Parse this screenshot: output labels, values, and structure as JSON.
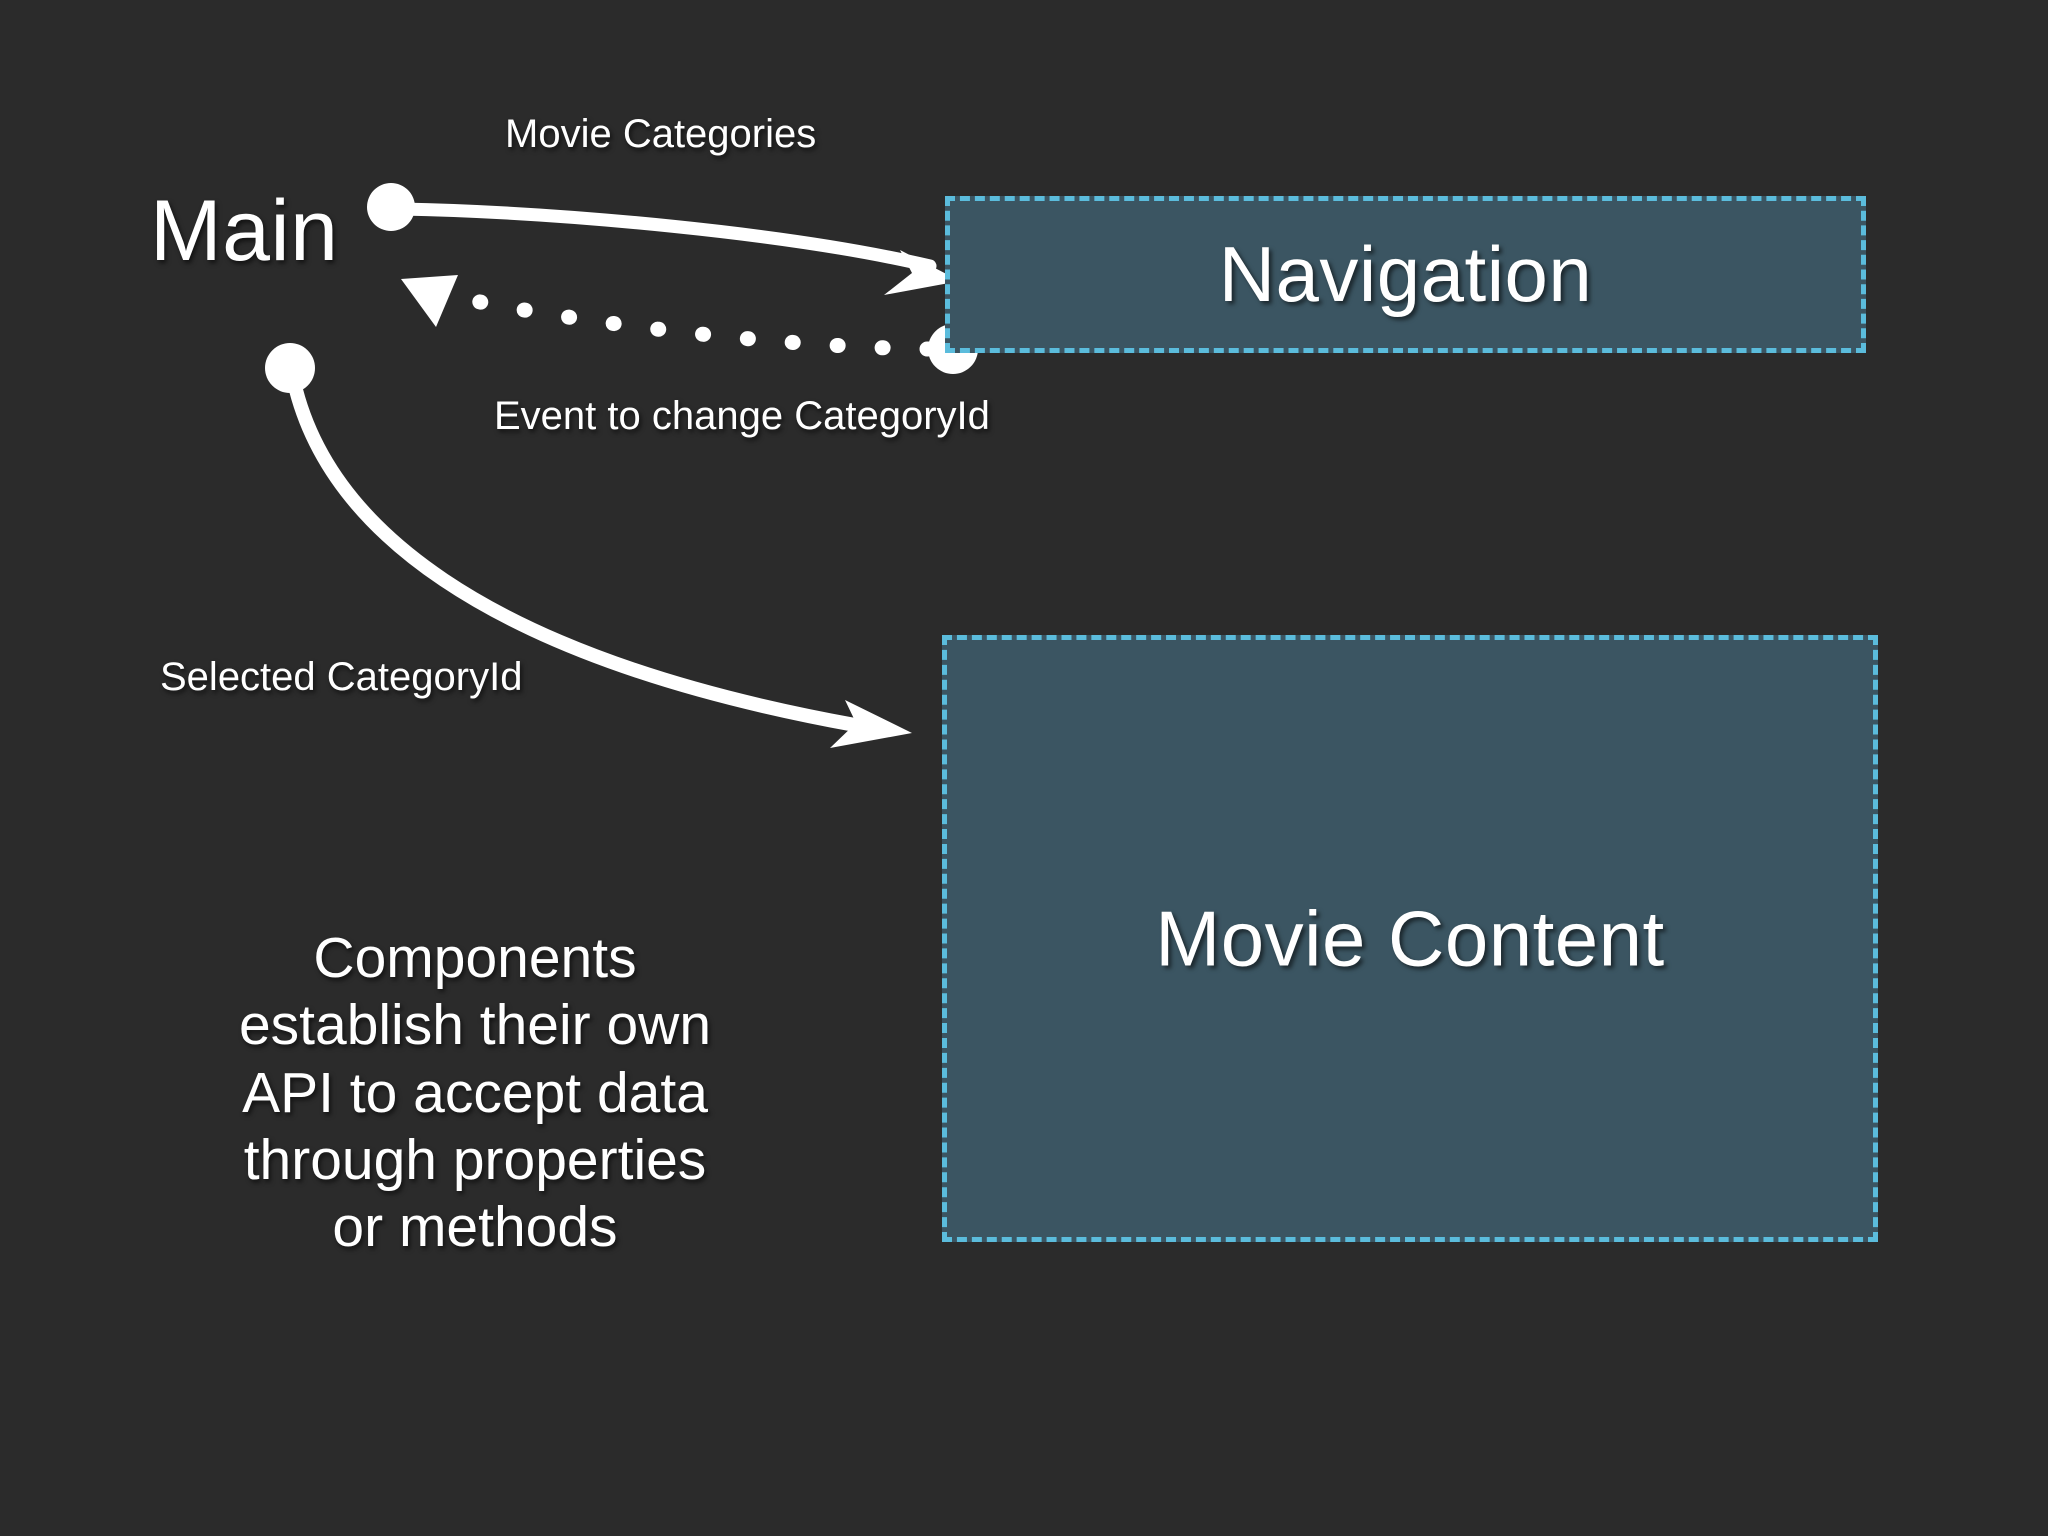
{
  "slide": {
    "background_color": "#2b2b2b",
    "text_color": "#ffffff",
    "box_fill_color": "#3b5562",
    "box_border_color": "#5bbcdc",
    "arrow_color": "#ffffff"
  },
  "nodes": {
    "main": {
      "label": "Main"
    },
    "navigation": {
      "label": "Navigation"
    },
    "movie_content": {
      "label": "Movie Content"
    }
  },
  "connections": [
    {
      "id": "main-to-navigation",
      "label": "Movie Categories",
      "style": "solid",
      "from": "Main",
      "to": "Navigation"
    },
    {
      "id": "navigation-to-main",
      "label": "Event to change CategoryId",
      "style": "dotted",
      "from": "Navigation",
      "to": "Main"
    },
    {
      "id": "main-to-movie-content",
      "label": "Selected CategoryId",
      "style": "solid",
      "from": "Main",
      "to": "Movie Content"
    }
  ],
  "labels": {
    "movie_categories": "Movie Categories",
    "event_to_change": "Event to change CategoryId",
    "selected_category": "Selected CategoryId"
  },
  "note": {
    "lines": [
      "Components",
      "establish their own",
      "API to accept data",
      "through properties",
      "or methods"
    ],
    "text": "Components establish their own API to accept data through properties or methods"
  }
}
